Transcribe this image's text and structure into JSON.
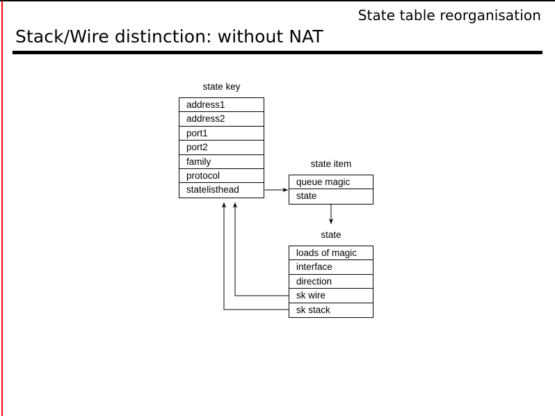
{
  "slide": {
    "subtitle": "State table reorganisation",
    "title": "Stack/Wire distinction: without NAT",
    "accent_red": "#ff0000",
    "rule_color": "#000000",
    "background": "#ffffff"
  },
  "diagram": {
    "type": "struct-relationship-diagram",
    "boxes": [
      {
        "id": "state-key",
        "label": "state key",
        "fields": [
          "address1",
          "address2",
          "port1",
          "port2",
          "family",
          "protocol",
          "statelisthead"
        ]
      },
      {
        "id": "state-item",
        "label": "state item",
        "fields": [
          "queue magic",
          "state"
        ]
      },
      {
        "id": "state",
        "label": "state",
        "fields": [
          "loads of magic",
          "interface",
          "direction",
          "sk wire",
          "sk stack"
        ]
      }
    ],
    "connections": [
      {
        "from": "state-key.statelisthead",
        "to": "state-item",
        "style": "arrow-right"
      },
      {
        "from": "state-item.state",
        "to": "state",
        "style": "arrow-down"
      },
      {
        "from": "state.sk wire",
        "to": "state-key.statelisthead",
        "style": "arrow-up-left"
      },
      {
        "from": "state.sk stack",
        "to": "state-key.statelisthead",
        "style": "arrow-up-left"
      }
    ],
    "line_color": "#000000"
  }
}
